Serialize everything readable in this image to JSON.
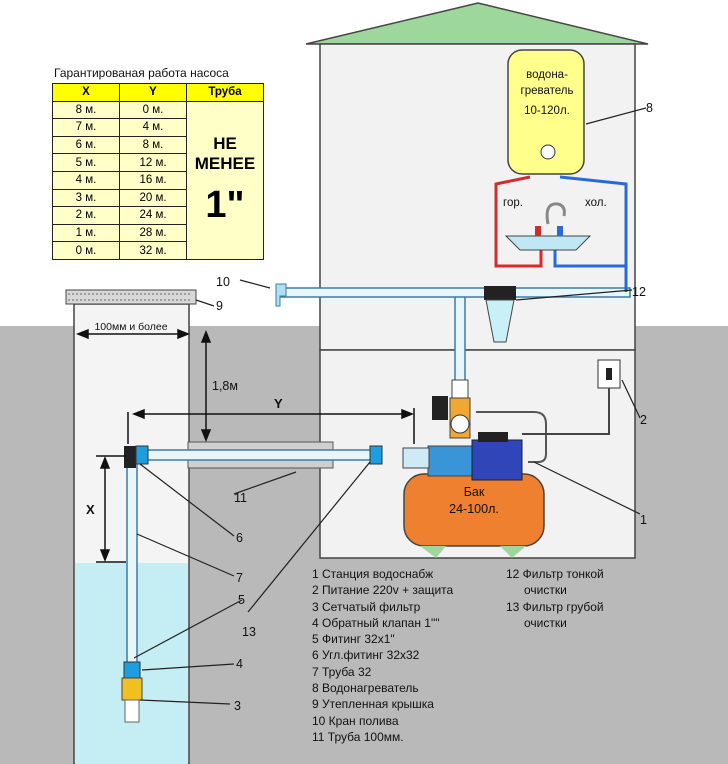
{
  "table": {
    "title": "Гарантированая работа насоса",
    "headers": [
      "X",
      "Y",
      "Труба"
    ],
    "rows": [
      [
        "8 м.",
        "0 м."
      ],
      [
        "7 м.",
        "4 м."
      ],
      [
        "6 м.",
        "8 м."
      ],
      [
        "5 м.",
        "12 м."
      ],
      [
        "4 м.",
        "16 м."
      ],
      [
        "3 м.",
        "20 м."
      ],
      [
        "2 м.",
        "24 м."
      ],
      [
        "1 м.",
        "28 м."
      ],
      [
        "0 м.",
        "32 м."
      ]
    ],
    "pipe_note_line1": "НЕ",
    "pipe_note_line2": "МЕНЕЕ",
    "pipe_size": "1\""
  },
  "labels": {
    "heater": [
      "водона-",
      "греватель",
      "10-120л."
    ],
    "hot": "гор.",
    "cold": "хол.",
    "tank": [
      "Бак",
      "24-100л."
    ],
    "width_note": "100мм и более",
    "depth": "1,8м",
    "dim_x": "X",
    "dim_y": "Y"
  },
  "callouts": [
    "1",
    "2",
    "3",
    "4",
    "5",
    "6",
    "7",
    "8",
    "9",
    "10",
    "11",
    "12",
    "13"
  ],
  "legend_left": [
    "1 Станция водоснабж",
    "2 Питание 220v + защита",
    "3 Сетчатый фильтр",
    "4 Обратный клапан 1\"\"",
    "5 Фитинг 32х1\"",
    "6 Угл.фитинг 32х32",
    "7 Труба 32",
    "8 Водонагреватель",
    "9 Утепленная крышка",
    "10 Кран полива",
    "11 Труба 100мм."
  ],
  "legend_right": [
    "12 Фильтр тонкой",
    "очистки",
    "13 Фильтр грубой",
    "очистки"
  ]
}
